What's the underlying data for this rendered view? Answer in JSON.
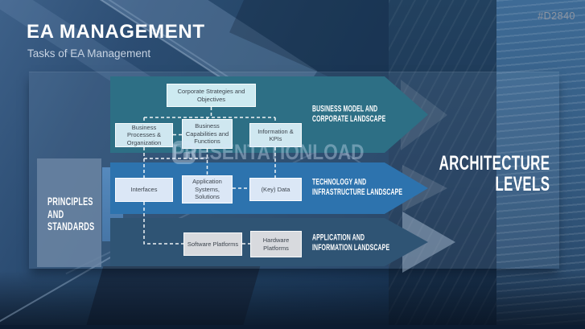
{
  "slide": {
    "title": "EA MANAGEMENT",
    "subtitle": "Tasks of EA Management",
    "product_code": "#D2840",
    "watermark_text": "PRESENTATIONLOAD"
  },
  "diagram": {
    "principles_label": "PRINCIPLES\nAND\nSTANDARDS",
    "architecture_label": "ARCHITECTURE\nLEVELS",
    "bands": [
      {
        "label": "BUSINESS MODEL AND\nCORPORATE LANDSCAPE",
        "color": "#2d6f85"
      },
      {
        "label": "TECHNOLOGY AND\nINFRASTRUCTURE LANDSCAPE",
        "color": "#2d73ae"
      },
      {
        "label": "APPLICATION AND\nINFORMATION LANDSCAPE",
        "color": "#2f5474"
      }
    ],
    "boxes": {
      "corporate": {
        "text": "Corporate Strategies and Objectives",
        "color": "#cdeaf1"
      },
      "processes": {
        "text": "Business Processes & Organization",
        "color": "#cfe7f0"
      },
      "capabilities": {
        "text": "Business Capabilities and Functions",
        "color": "#cfe7f0"
      },
      "information": {
        "text": "Information & KPIs",
        "color": "#cfe7f0"
      },
      "interfaces": {
        "text": "Interfaces",
        "color": "#dbe7f6"
      },
      "applications": {
        "text": "Application Systems, Solutions",
        "color": "#dbe7f6"
      },
      "key_data": {
        "text": "(Key) Data",
        "color": "#dbe7f6"
      },
      "software": {
        "text": "Software Platforms",
        "color": "#d8dade"
      },
      "hardware": {
        "text": "Hardware Platforms",
        "color": "#d8dade"
      }
    }
  }
}
